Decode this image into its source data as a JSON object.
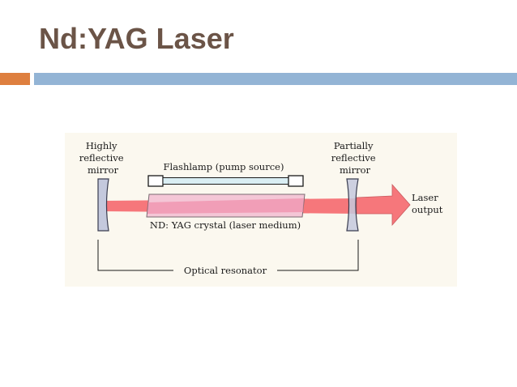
{
  "slide": {
    "title": "Nd:YAG Laser"
  },
  "diagram": {
    "labels": {
      "mirror_left": [
        "Highly",
        "reflective",
        "mirror"
      ],
      "mirror_right": [
        "Partially",
        "reflective",
        "mirror"
      ],
      "flashlamp": "Flashlamp (pump source)",
      "crystal": "ND: YAG crystal (laser medium)",
      "output": [
        "Laser",
        "output"
      ],
      "resonator": "Optical resonator"
    },
    "colors": {
      "title": "#6b5447",
      "accent_orange": "#de7f3f",
      "accent_blue": "#93b4d5",
      "diagram_background": "#fbf8ef",
      "beam": "#f6777b",
      "crystal": "#f4c6d6",
      "mirror": "#c4c9dd",
      "flashlamp_tube": "#daeef3"
    }
  }
}
